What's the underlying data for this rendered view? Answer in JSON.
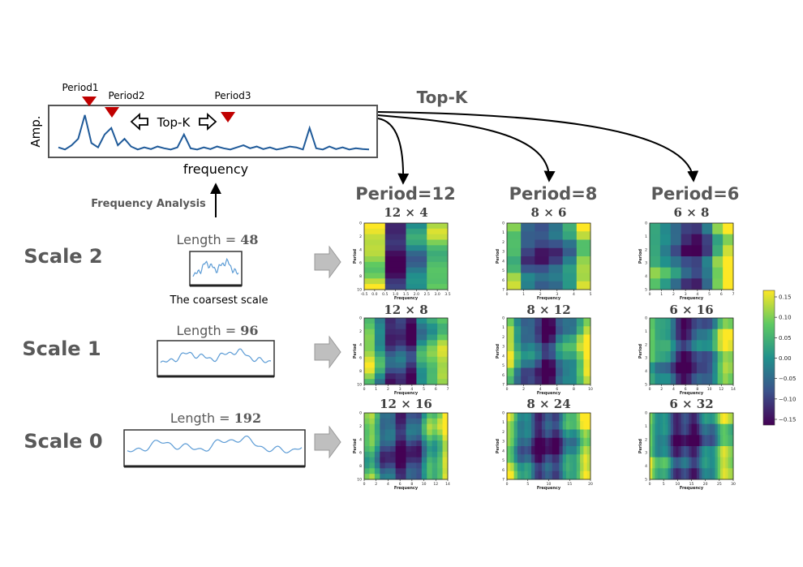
{
  "spectrum": {
    "ylabel": "Amp.",
    "xlabel": "frequency",
    "peaks": [
      "Period1",
      "Period2",
      "Period3"
    ],
    "topk_inner": "Top-K",
    "values": [
      0.1,
      0.05,
      0.15,
      0.3,
      0.85,
      0.2,
      0.1,
      0.4,
      0.55,
      0.15,
      0.3,
      0.12,
      0.05,
      0.1,
      0.06,
      0.12,
      0.08,
      0.05,
      0.1,
      0.4,
      0.08,
      0.05,
      0.1,
      0.06,
      0.12,
      0.08,
      0.05,
      0.1,
      0.15,
      0.08,
      0.12,
      0.06,
      0.1,
      0.05,
      0.08,
      0.12,
      0.1,
      0.05,
      0.55,
      0.08,
      0.05,
      0.12,
      0.06,
      0.1,
      0.05,
      0.08,
      0.06,
      0.05
    ]
  },
  "topk_label": "Top-K",
  "frequency_analysis": "Frequency Analysis",
  "periods": [
    "Period=12",
    "Period=8",
    "Period=6"
  ],
  "scales": [
    {
      "name": "Scale 2",
      "length_label": "Length = ",
      "length_value": "48",
      "note": "The coarsest scale"
    },
    {
      "name": "Scale 1",
      "length_label": "Length = ",
      "length_value": "96",
      "note": ""
    },
    {
      "name": "Scale 0",
      "length_label": "Length = ",
      "length_value": "192",
      "note": ""
    }
  ],
  "grid": [
    [
      {
        "dims": "12 × 4",
        "xticks": [
          "-0.5",
          "0.0",
          "0.5",
          "1.0",
          "1.5",
          "2.0",
          "2.5",
          "3.0",
          "3.5"
        ],
        "yticks": [
          "0",
          "2",
          "4",
          "6",
          "8",
          "10"
        ]
      },
      {
        "dims": "8 × 6",
        "xticks": [
          "0",
          "1",
          "2",
          "3",
          "4",
          "5"
        ],
        "yticks": [
          "0",
          "1",
          "2",
          "3",
          "4",
          "5",
          "6",
          "7"
        ]
      },
      {
        "dims": "6 × 8",
        "xticks": [
          "0",
          "1",
          "2",
          "3",
          "4",
          "5",
          "6",
          "7"
        ],
        "yticks": [
          "0",
          "1",
          "2",
          "3",
          "4",
          "5"
        ]
      }
    ],
    [
      {
        "dims": "12 × 8",
        "xticks": [
          "0",
          "1",
          "2",
          "3",
          "4",
          "5",
          "6",
          "7"
        ],
        "yticks": [
          "0",
          "2",
          "4",
          "6",
          "8",
          "10"
        ]
      },
      {
        "dims": "8 × 12",
        "xticks": [
          "0",
          "2",
          "4",
          "6",
          "8",
          "10"
        ],
        "yticks": [
          "0",
          "1",
          "2",
          "3",
          "4",
          "5",
          "6",
          "7"
        ]
      },
      {
        "dims": "6 × 16",
        "xticks": [
          "0",
          "2",
          "4",
          "6",
          "8",
          "10",
          "12",
          "14"
        ],
        "yticks": [
          "0",
          "1",
          "2",
          "3",
          "4",
          "5"
        ]
      }
    ],
    [
      {
        "dims": "12 × 16",
        "xticks": [
          "0",
          "2",
          "4",
          "6",
          "8",
          "10",
          "12",
          "14"
        ],
        "yticks": [
          "0",
          "2",
          "4",
          "6",
          "8",
          "10"
        ]
      },
      {
        "dims": "8 × 24",
        "xticks": [
          "0",
          "5",
          "10",
          "15",
          "20"
        ],
        "yticks": [
          "0",
          "1",
          "2",
          "3",
          "4",
          "5",
          "6",
          "7"
        ]
      },
      {
        "dims": "6 × 32",
        "xticks": [
          "0",
          "5",
          "10",
          "15",
          "20",
          "25",
          "30"
        ],
        "yticks": [
          "0",
          "1",
          "2",
          "3",
          "4",
          "5"
        ]
      }
    ]
  ],
  "heatmap_axis": {
    "x": "Frequency",
    "y": "Period"
  },
  "colorbar_ticks": [
    "0.15",
    "0.10",
    "0.05",
    "0.00",
    "−0.05",
    "−0.10",
    "−0.15"
  ],
  "colors": {
    "line": "#1f5a99",
    "peak": "#c00000",
    "arrow_gray": "#bfbfbf",
    "text_gray": "#595959"
  }
}
